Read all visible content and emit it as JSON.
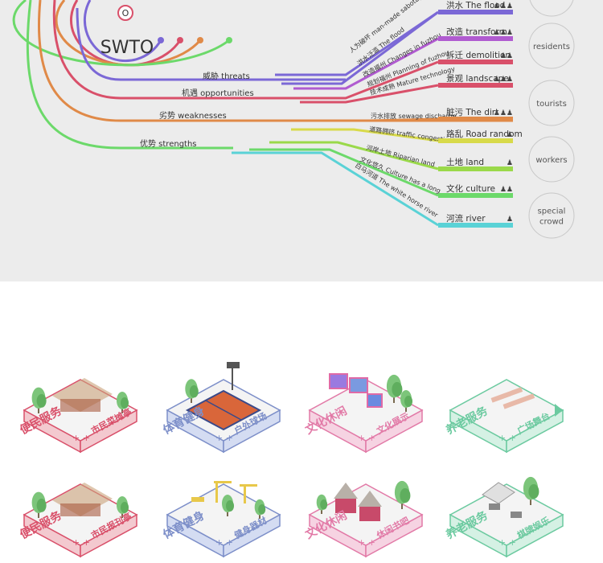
{
  "swto": {
    "center_letter": "O",
    "title": "SWTO",
    "categories": [
      {
        "label": "威胁  threats",
        "color": "#7b68d6"
      },
      {
        "label": "机遇  opportunities",
        "color": "#d9506a"
      },
      {
        "label": "劣势  weaknesses",
        "color": "#e08a48"
      },
      {
        "label": "优势  strengths",
        "color": "#6cd96a"
      }
    ],
    "factors": [
      {
        "label": "人为破坏 man-made sabotage",
        "color": "#7b68d6"
      },
      {
        "label": "洪水泛滥 The flood",
        "color": "#7b68d6"
      },
      {
        "label": "改造福州 Changes in fuzhou",
        "color": "#b05bd0"
      },
      {
        "label": "规划福州 Planning of fuzhou",
        "color": "#d9506a"
      },
      {
        "label": "技术成熟 Mature technology",
        "color": "#d9506a"
      },
      {
        "label": "污水排放 sewage discharge",
        "color": "#e08a48"
      },
      {
        "label": "道路拥挤 traffic congestion",
        "color": "#d8da4a"
      },
      {
        "label": "河岸土地 Riparian land",
        "color": "#9ad94a"
      },
      {
        "label": "文化悠久 Culture has a long",
        "color": "#6cd96a"
      },
      {
        "label": "白马河道 The white horse river",
        "color": "#5ad2d6"
      }
    ],
    "outcomes": [
      {
        "label": "洪水  The flood",
        "color": "#7b68d6",
        "people": "♟♟♟"
      },
      {
        "label": "改造  transform",
        "color": "#b05bd0",
        "people": "♟♟♟"
      },
      {
        "label": "拆迁  demolition",
        "color": "#d9506a",
        "people": "♟♟"
      },
      {
        "label": "景观  landscape",
        "color": "#d9506a",
        "people": "♟♟♟"
      },
      {
        "label": "脏污  The dirt",
        "color": "#e08a48",
        "people": "♟♟♟"
      },
      {
        "label": "路乱  Road random",
        "color": "#d8da4a",
        "people": "♟"
      },
      {
        "label": "土地  land",
        "color": "#9ad94a",
        "people": "♟"
      },
      {
        "label": "文化  culture",
        "color": "#6cd96a",
        "people": "♟♟"
      },
      {
        "label": "河流  river",
        "color": "#5ad2d6",
        "people": "♟"
      }
    ],
    "groups": [
      {
        "label": "residents"
      },
      {
        "label": "tourists"
      },
      {
        "label": "workers"
      },
      {
        "label": "special\ncrowd"
      }
    ]
  },
  "tiles": [
    {
      "main": "便民服务",
      "sub": "市民菜摊亭",
      "color": "#d9506a",
      "accent": "#f3c9cf",
      "kind": "pavilion"
    },
    {
      "main": "体育健身",
      "sub": "户外球场",
      "color": "#7d8fc9",
      "accent": "#d4dcf2",
      "kind": "court"
    },
    {
      "main": "文化休闲",
      "sub": "文化展示",
      "color": "#e27aa7",
      "accent": "#f6d3e2",
      "kind": "boards"
    },
    {
      "main": "养老服务",
      "sub": "广场舞台",
      "color": "#6ccaa0",
      "accent": "#d5f1e4",
      "kind": "plaza"
    },
    {
      "main": "便民服务",
      "sub": "市民报刊亭",
      "color": "#d9506a",
      "accent": "#f3c9cf",
      "kind": "pavilion"
    },
    {
      "main": "体育健身",
      "sub": "健身器材",
      "color": "#7d8fc9",
      "accent": "#d4dcf2",
      "kind": "fitness"
    },
    {
      "main": "文化休闲",
      "sub": "休闲书吧",
      "color": "#e27aa7",
      "accent": "#f6d3e2",
      "kind": "house"
    },
    {
      "main": "养老服务",
      "sub": "棋牌娱乐",
      "color": "#6ccaa0",
      "accent": "#d5f1e4",
      "kind": "chess"
    }
  ]
}
